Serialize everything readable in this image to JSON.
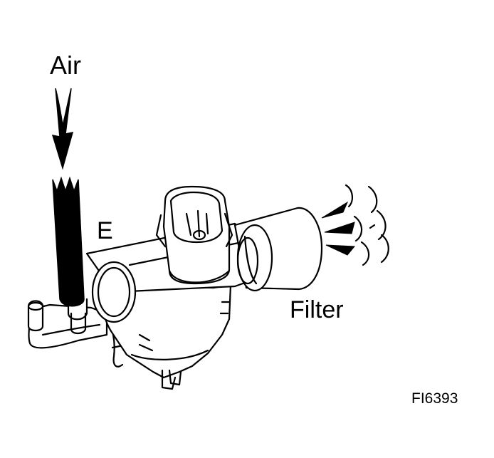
{
  "labels": {
    "air": "Air",
    "port": "E",
    "filter": "Filter",
    "figure_code": "FI6393"
  },
  "colors": {
    "ink": "#000000",
    "paper": "#ffffff"
  },
  "icons": [
    "air-flow-arrow-icon",
    "air-discharge-arrow-icon",
    "air-dispersion-wave-icon"
  ]
}
